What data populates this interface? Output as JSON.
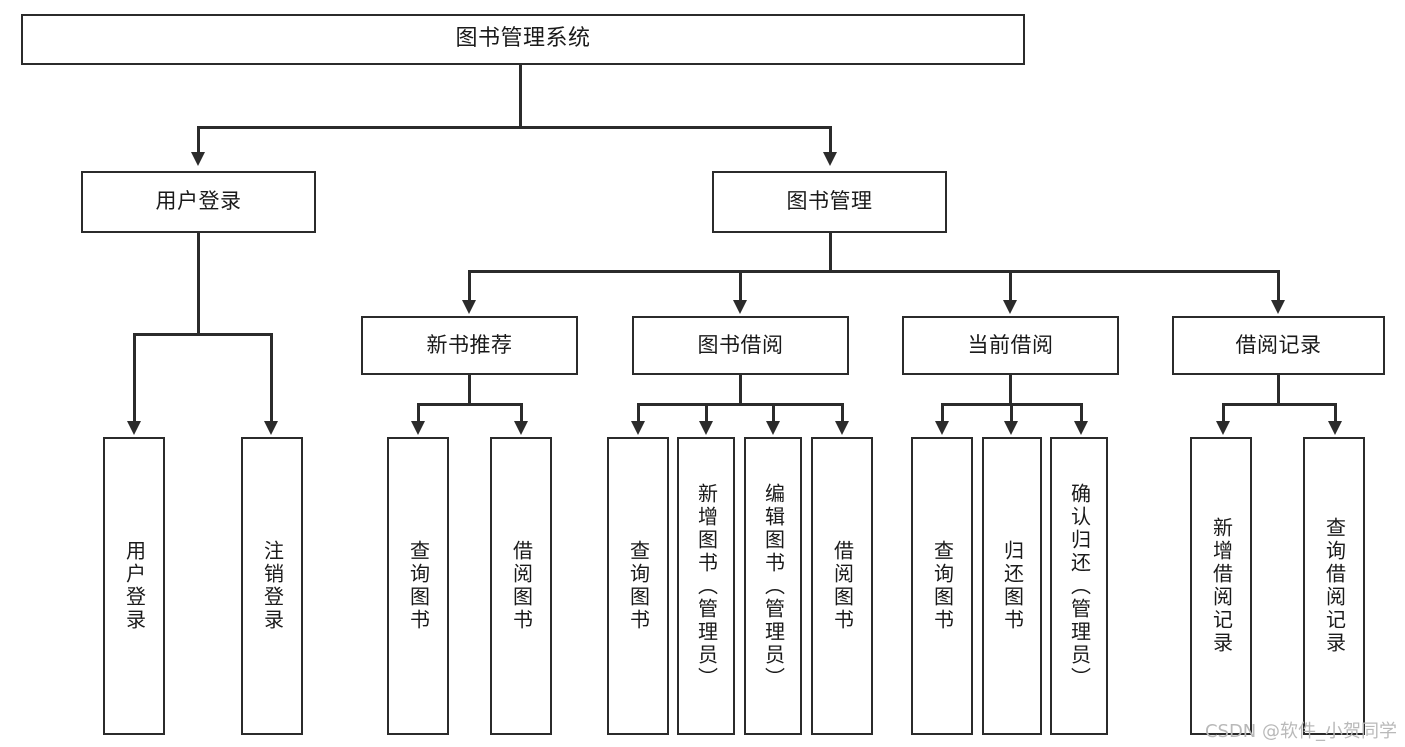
{
  "diagram": {
    "title": "图书管理系统",
    "root": {
      "label": "图书管理系统"
    },
    "level1": [
      {
        "label": "用户登录"
      },
      {
        "label": "图书管理"
      }
    ],
    "level2": [
      {
        "label": "新书推荐"
      },
      {
        "label": "图书借阅"
      },
      {
        "label": "当前借阅"
      },
      {
        "label": "借阅记录"
      }
    ],
    "leaves": [
      {
        "label": "用户登录"
      },
      {
        "label": "注销登录"
      },
      {
        "label": "查询图书"
      },
      {
        "label": "借阅图书"
      },
      {
        "label": "查询图书"
      },
      {
        "label": "新增图书（管理员）"
      },
      {
        "label": "编辑图书（管理员）"
      },
      {
        "label": "借阅图书"
      },
      {
        "label": "查询图书"
      },
      {
        "label": "归还图书"
      },
      {
        "label": "确认归还（管理员）"
      },
      {
        "label": "新增借阅记录"
      },
      {
        "label": "查询借阅记录"
      }
    ]
  },
  "watermark": {
    "text": "CSDN @软件_小贺同学"
  },
  "colors": {
    "stroke": "#2b2b2b",
    "text": "#1a1a1a",
    "background": "#ffffff",
    "watermark": "#b9b9b9"
  }
}
